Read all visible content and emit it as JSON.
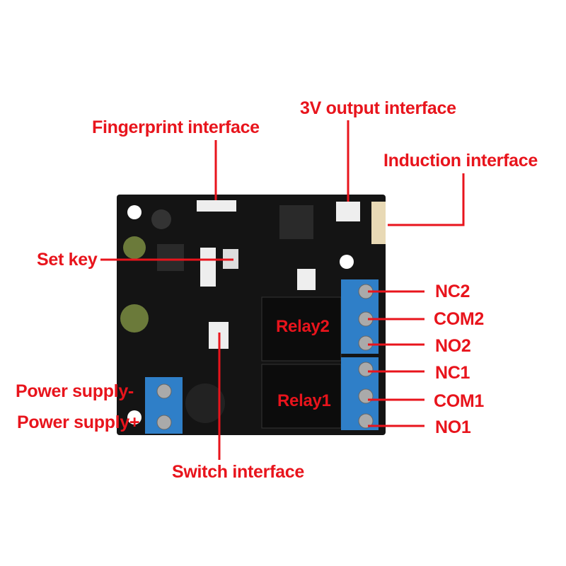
{
  "labels": {
    "fingerprint": "Fingerprint interface",
    "output_3v": "3V output interface",
    "induction": "Induction interface",
    "set_key": "Set key",
    "relay2": "Relay2",
    "relay1": "Relay1",
    "nc2": "NC2",
    "com2": "COM2",
    "no2": "NO2",
    "nc1": "NC1",
    "com1": "COM1",
    "no1": "NO1",
    "power_minus": "Power supply-",
    "power_plus": "Power supply+",
    "switch": "Switch interface"
  },
  "colors": {
    "annotation": "#e8141c",
    "pcb": "#141414",
    "terminal": "#2f7fc8",
    "relay": "#0c0c0c"
  }
}
